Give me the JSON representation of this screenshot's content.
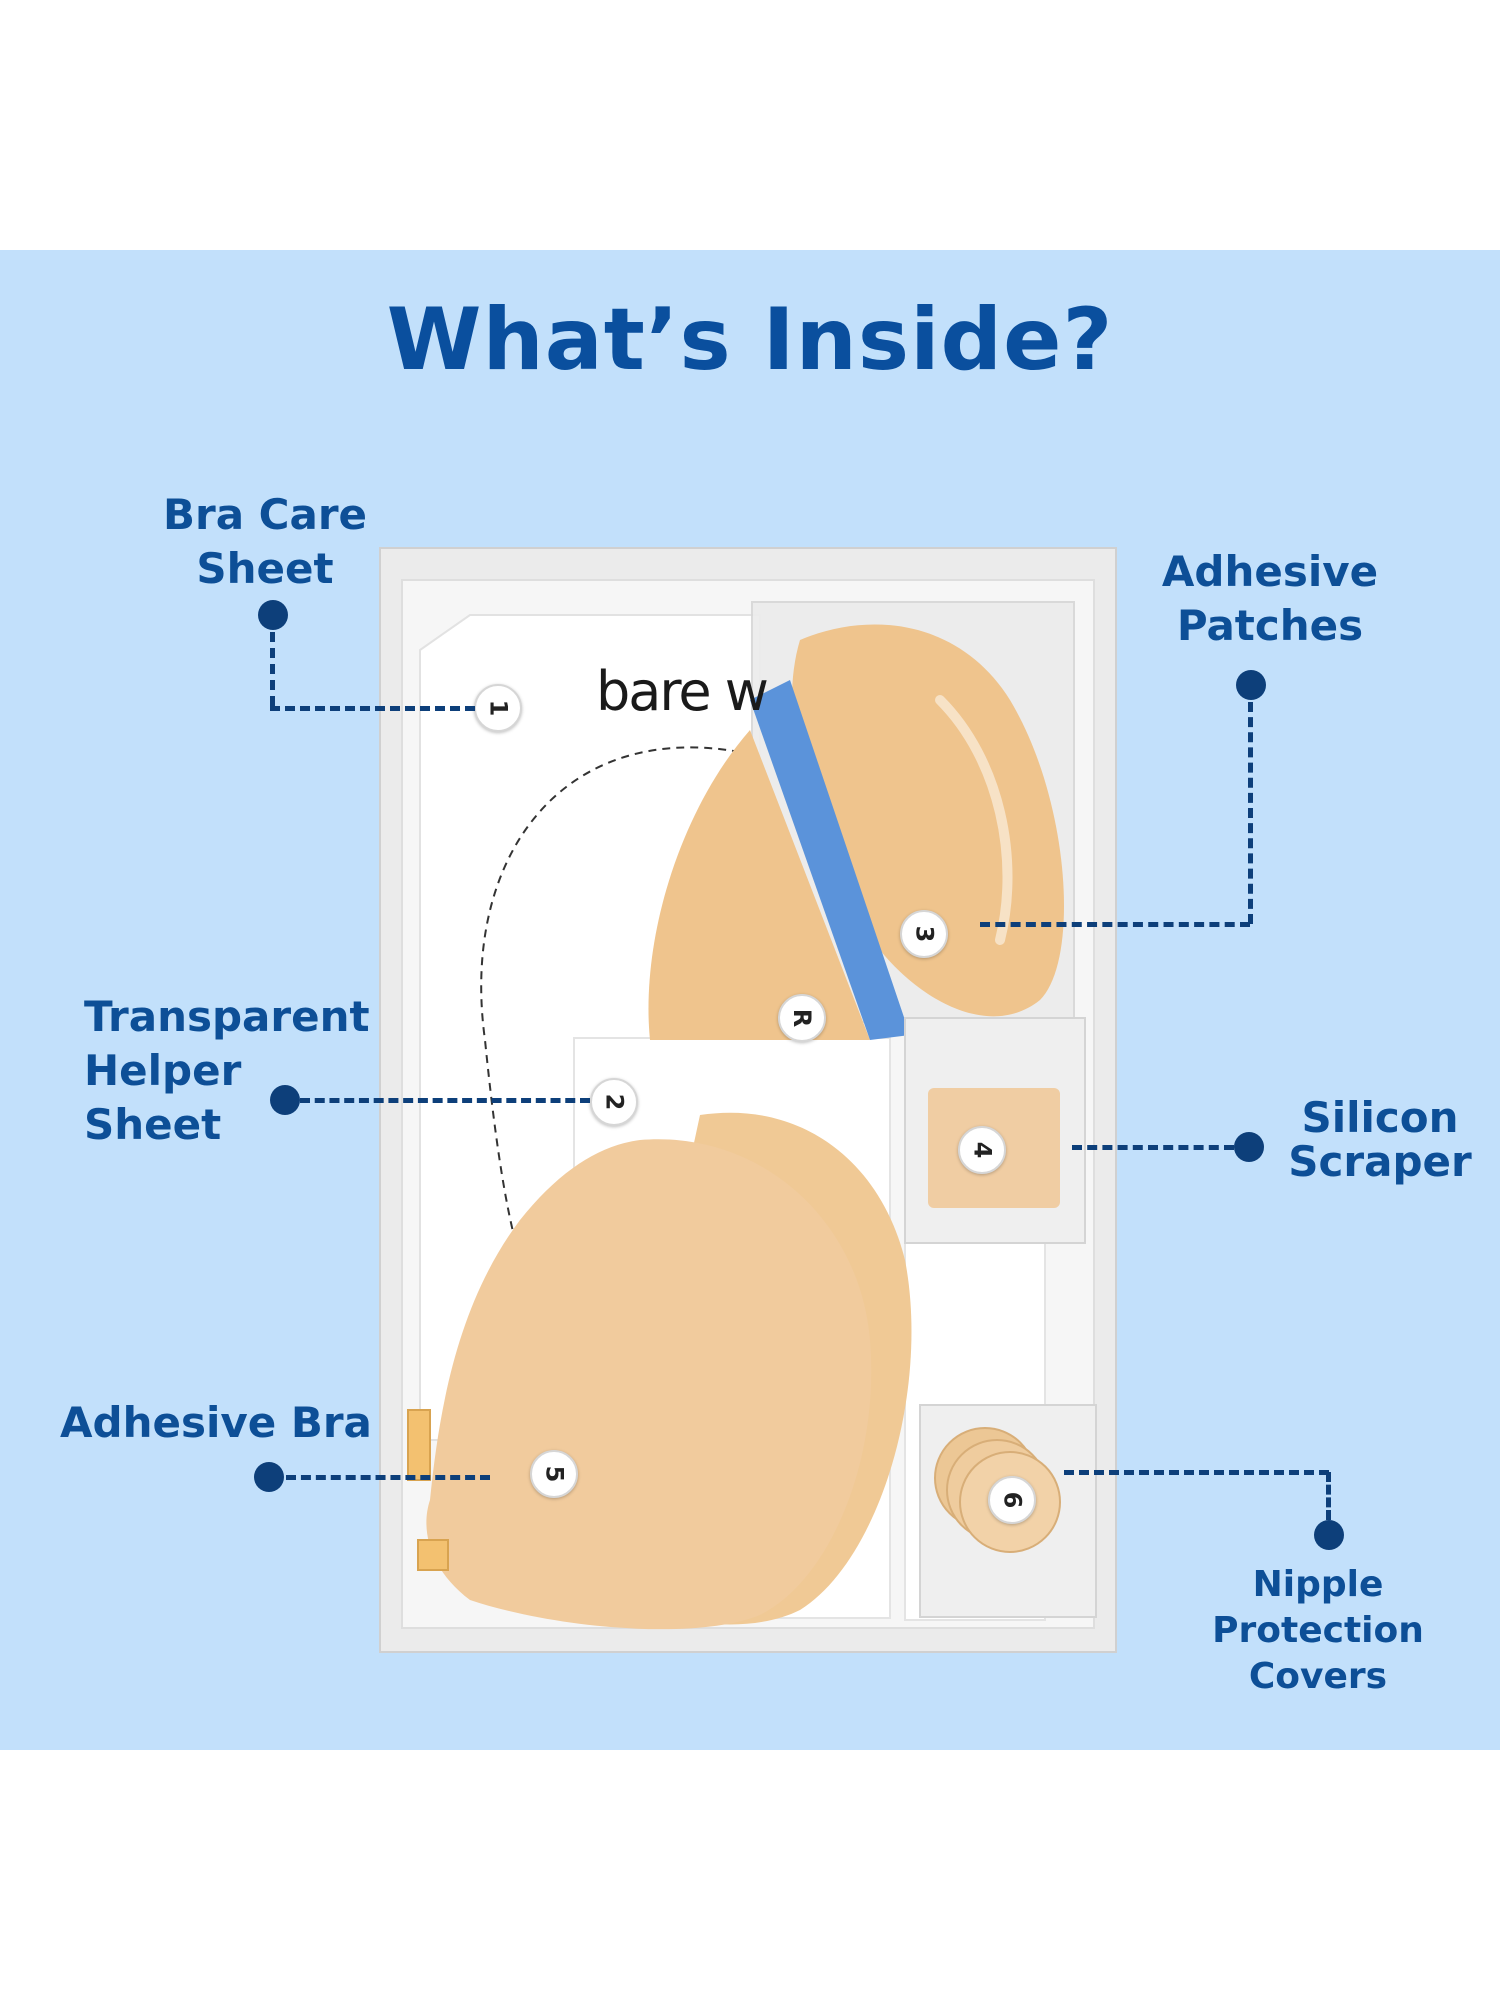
{
  "title": "What’s Inside?",
  "brand_text": "bare w",
  "colors": {
    "panel_bg": "#c2e0fb",
    "accent": "#0a4f9e",
    "connector": "#0d3f7a",
    "product_skin": "#efc48d",
    "strip_blue": "#5b93da"
  },
  "items": [
    {
      "number": "1",
      "label_lines": [
        "Bra Care",
        "Sheet"
      ]
    },
    {
      "number": "2",
      "label_lines": [
        "Transparent",
        "Helper",
        "Sheet"
      ]
    },
    {
      "number": "3",
      "label_lines": [
        "Adhesive",
        "Patches"
      ]
    },
    {
      "number": "4",
      "label_lines": [
        "Silicon",
        "Scraper"
      ]
    },
    {
      "number": "5",
      "label_lines": [
        "Adhesive Bra"
      ]
    },
    {
      "number": "6",
      "label_lines": [
        "Nipple Protection",
        "Covers"
      ]
    }
  ],
  "side_marker": "R"
}
